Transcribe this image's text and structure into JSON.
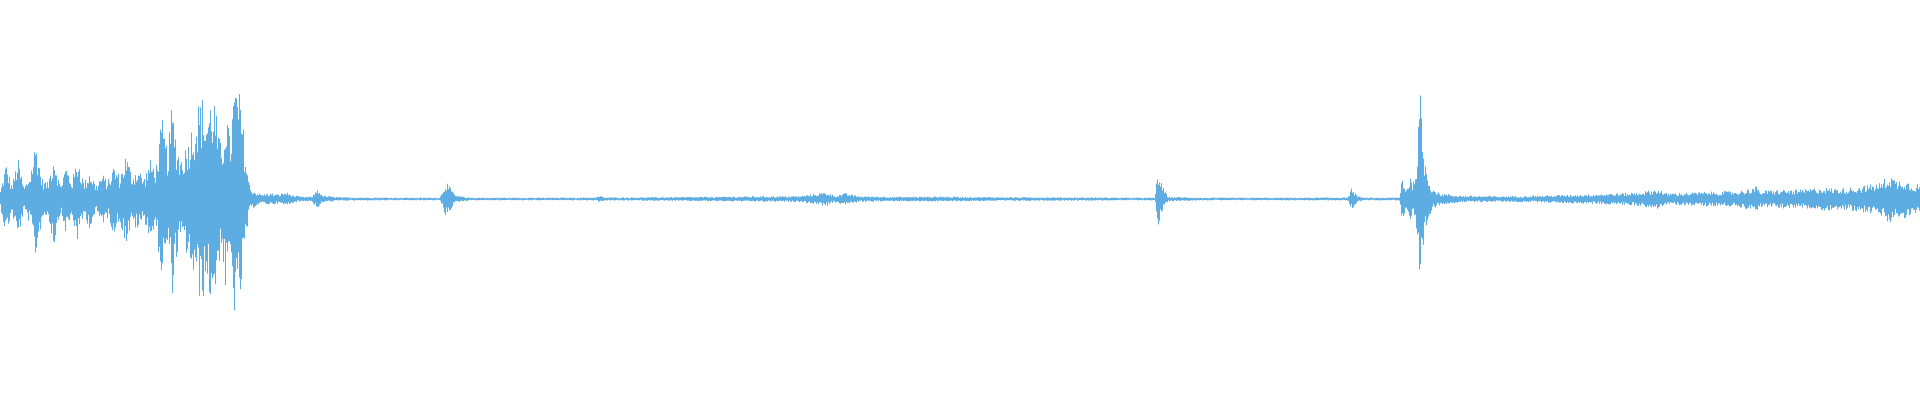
{
  "waveform": {
    "color": "#5dade2",
    "background": "#ffffff",
    "envelope": [
      [
        0,
        0.05
      ],
      [
        6,
        0.32
      ],
      [
        12,
        0.12
      ],
      [
        18,
        0.36
      ],
      [
        24,
        0.1
      ],
      [
        30,
        0.22
      ],
      [
        36,
        0.52
      ],
      [
        42,
        0.18
      ],
      [
        48,
        0.14
      ],
      [
        54,
        0.42
      ],
      [
        60,
        0.12
      ],
      [
        66,
        0.3
      ],
      [
        72,
        0.16
      ],
      [
        78,
        0.38
      ],
      [
        84,
        0.14
      ],
      [
        90,
        0.26
      ],
      [
        96,
        0.12
      ],
      [
        102,
        0.22
      ],
      [
        108,
        0.16
      ],
      [
        114,
        0.3
      ],
      [
        120,
        0.2
      ],
      [
        126,
        0.4
      ],
      [
        132,
        0.22
      ],
      [
        138,
        0.28
      ],
      [
        144,
        0.18
      ],
      [
        150,
        0.34
      ],
      [
        156,
        0.28
      ],
      [
        162,
        0.7
      ],
      [
        168,
        0.4
      ],
      [
        172,
        0.84
      ],
      [
        176,
        0.56
      ],
      [
        180,
        0.36
      ],
      [
        186,
        0.46
      ],
      [
        190,
        0.58
      ],
      [
        194,
        0.7
      ],
      [
        198,
        0.82
      ],
      [
        202,
        0.9
      ],
      [
        206,
        0.74
      ],
      [
        210,
        0.86
      ],
      [
        214,
        0.92
      ],
      [
        218,
        0.6
      ],
      [
        222,
        0.42
      ],
      [
        226,
        0.86
      ],
      [
        230,
        0.5
      ],
      [
        234,
        0.98
      ],
      [
        238,
        1.0
      ],
      [
        242,
        0.76
      ],
      [
        246,
        0.36
      ],
      [
        250,
        0.1
      ],
      [
        256,
        0.06
      ],
      [
        262,
        0.04
      ],
      [
        270,
        0.05
      ],
      [
        278,
        0.04
      ],
      [
        286,
        0.06
      ],
      [
        294,
        0.03
      ],
      [
        302,
        0.02
      ],
      [
        312,
        0.02
      ],
      [
        318,
        0.1
      ],
      [
        322,
        0.03
      ],
      [
        340,
        0.015
      ],
      [
        400,
        0.012
      ],
      [
        440,
        0.012
      ],
      [
        446,
        0.16
      ],
      [
        450,
        0.1
      ],
      [
        456,
        0.03
      ],
      [
        470,
        0.012
      ],
      [
        560,
        0.012
      ],
      [
        596,
        0.014
      ],
      [
        600,
        0.03
      ],
      [
        604,
        0.014
      ],
      [
        640,
        0.015
      ],
      [
        680,
        0.018
      ],
      [
        720,
        0.02
      ],
      [
        760,
        0.024
      ],
      [
        800,
        0.026
      ],
      [
        826,
        0.06
      ],
      [
        830,
        0.05
      ],
      [
        834,
        0.03
      ],
      [
        846,
        0.05
      ],
      [
        860,
        0.024
      ],
      [
        900,
        0.02
      ],
      [
        940,
        0.022
      ],
      [
        980,
        0.018
      ],
      [
        1020,
        0.016
      ],
      [
        1060,
        0.015
      ],
      [
        1100,
        0.014
      ],
      [
        1140,
        0.012
      ],
      [
        1155,
        0.012
      ],
      [
        1158,
        0.26
      ],
      [
        1162,
        0.12
      ],
      [
        1168,
        0.02
      ],
      [
        1200,
        0.012
      ],
      [
        1260,
        0.012
      ],
      [
        1300,
        0.012
      ],
      [
        1348,
        0.014
      ],
      [
        1352,
        0.1
      ],
      [
        1356,
        0.04
      ],
      [
        1362,
        0.012
      ],
      [
        1390,
        0.012
      ],
      [
        1400,
        0.014
      ],
      [
        1402,
        0.22
      ],
      [
        1406,
        0.08
      ],
      [
        1410,
        0.2
      ],
      [
        1414,
        0.14
      ],
      [
        1418,
        0.5
      ],
      [
        1420,
        1.0
      ],
      [
        1422,
        0.62
      ],
      [
        1426,
        0.28
      ],
      [
        1432,
        0.1
      ],
      [
        1440,
        0.05
      ],
      [
        1460,
        0.03
      ],
      [
        1500,
        0.024
      ],
      [
        1540,
        0.03
      ],
      [
        1580,
        0.04
      ],
      [
        1620,
        0.05
      ],
      [
        1640,
        0.06
      ],
      [
        1660,
        0.09
      ],
      [
        1664,
        0.05
      ],
      [
        1700,
        0.06
      ],
      [
        1740,
        0.07
      ],
      [
        1756,
        0.11
      ],
      [
        1760,
        0.07
      ],
      [
        1780,
        0.08
      ],
      [
        1800,
        0.08
      ],
      [
        1820,
        0.1
      ],
      [
        1840,
        0.09
      ],
      [
        1860,
        0.11
      ],
      [
        1880,
        0.14
      ],
      [
        1890,
        0.22
      ],
      [
        1896,
        0.16
      ],
      [
        1904,
        0.18
      ],
      [
        1910,
        0.14
      ],
      [
        1920,
        0.13
      ]
    ]
  }
}
